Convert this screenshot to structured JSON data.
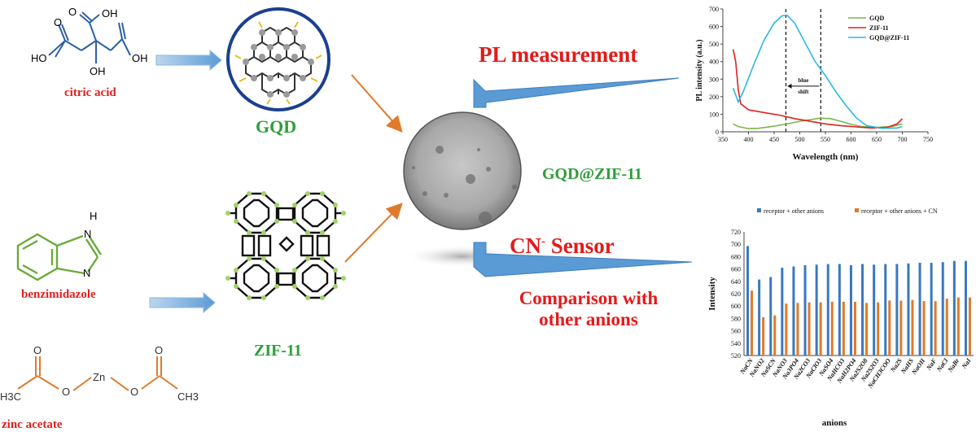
{
  "colors": {
    "red_label": "#e02020",
    "green_label": "#2e9e3a",
    "arrow_blue": "#5b9bd5",
    "arrow_orange": "#e07a2a",
    "gqd_green": "#7ab648",
    "zif_red": "#e02020",
    "gqdzif_cyan": "#2ab7e6",
    "bar_blue": "#3a78c0",
    "bar_orange": "#e07a2a"
  },
  "molecules": {
    "citric_acid": {
      "label": "citric acid",
      "atoms": [
        "O",
        "OH",
        "O",
        "HO",
        "OH",
        "OH"
      ]
    },
    "benzimidazole": {
      "label": "benzimidazole",
      "atoms": [
        "H",
        "N",
        "N"
      ]
    },
    "zinc_acetate": {
      "label": "zinc acetate",
      "atoms": [
        "O",
        "O",
        "Zn",
        "O",
        "O",
        "H3C",
        "CH3"
      ]
    }
  },
  "products": {
    "gqd": "GQD",
    "zif": "ZIF-11",
    "composite": "GQD@ZIF-11"
  },
  "headings": {
    "pl": "PL measurement",
    "cn_sensor_main": "CN",
    "cn_sensor_sup": "-",
    "cn_sensor_rest": " Sensor",
    "comparison_line1": "Comparison with",
    "comparison_line2": "other anions"
  },
  "chart_data": [
    {
      "type": "line",
      "xlabel": "Wavelength (nm)",
      "ylabel": "PL intensity (a.u.)",
      "xlim": [
        350,
        750
      ],
      "ylim": [
        0,
        700
      ],
      "xticks": [
        350,
        400,
        450,
        500,
        550,
        600,
        650,
        700,
        750
      ],
      "yticks": [
        0,
        100,
        200,
        300,
        400,
        500,
        600,
        700
      ],
      "annotation": [
        "blue",
        "shift"
      ],
      "vlines": [
        473,
        541
      ],
      "legend_position": "top-right",
      "series": [
        {
          "name": "GQD",
          "color": "#7ab648",
          "x": [
            370,
            380,
            400,
            420,
            450,
            480,
            510,
            540,
            560,
            580,
            600,
            620,
            650,
            680,
            700
          ],
          "y": [
            45,
            30,
            18,
            20,
            32,
            48,
            65,
            78,
            75,
            60,
            42,
            30,
            25,
            30,
            45
          ]
        },
        {
          "name": "ZIF-11",
          "color": "#e02020",
          "x": [
            370,
            375,
            380,
            385,
            400,
            430,
            460,
            490,
            520,
            550,
            580,
            610,
            640,
            670,
            690,
            700
          ],
          "y": [
            470,
            400,
            240,
            160,
            125,
            110,
            95,
            75,
            60,
            45,
            35,
            28,
            22,
            25,
            45,
            75
          ]
        },
        {
          "name": "GQD@ZIF-11",
          "color": "#2ab7e6",
          "x": [
            370,
            380,
            390,
            410,
            430,
            450,
            465,
            475,
            490,
            510,
            530,
            550,
            570,
            590,
            610,
            630,
            660,
            690,
            700
          ],
          "y": [
            250,
            170,
            230,
            380,
            520,
            620,
            660,
            665,
            620,
            510,
            400,
            320,
            230,
            150,
            80,
            35,
            20,
            22,
            30
          ]
        }
      ]
    },
    {
      "type": "bar",
      "xlabel": "anions",
      "ylabel": "Intensity",
      "ylim": [
        520,
        720
      ],
      "yticks": [
        520,
        540,
        560,
        580,
        600,
        620,
        640,
        660,
        680,
        700,
        720
      ],
      "legend_position": "top",
      "categories": [
        "NaCN",
        "NaNO2",
        "NaSCN",
        "NaNO3",
        "Na3PO4",
        "Na2CO3",
        "NaClO3",
        "NaSO4",
        "NaHCO3",
        "NaH2PO4",
        "Na2S2O8",
        "Na2S2O3",
        "NaCH3COO",
        "Na2S",
        "NaHS",
        "NaOH",
        "NaF",
        "NaCl",
        "NaBr",
        "NaI"
      ],
      "series": [
        {
          "name": "receptor + other anions",
          "color": "#3a78c0",
          "values": [
            697,
            643,
            647,
            662,
            664,
            666,
            667,
            668,
            668,
            666,
            668,
            667,
            668,
            668,
            669,
            670,
            670,
            671,
            673,
            673
          ]
        },
        {
          "name": "receptor + other anions + CN",
          "color": "#e07a2a",
          "values": [
            625,
            582,
            585,
            604,
            605,
            606,
            606,
            607,
            607,
            607,
            605,
            606,
            609,
            609,
            610,
            608,
            608,
            612,
            614,
            614
          ]
        }
      ]
    }
  ]
}
